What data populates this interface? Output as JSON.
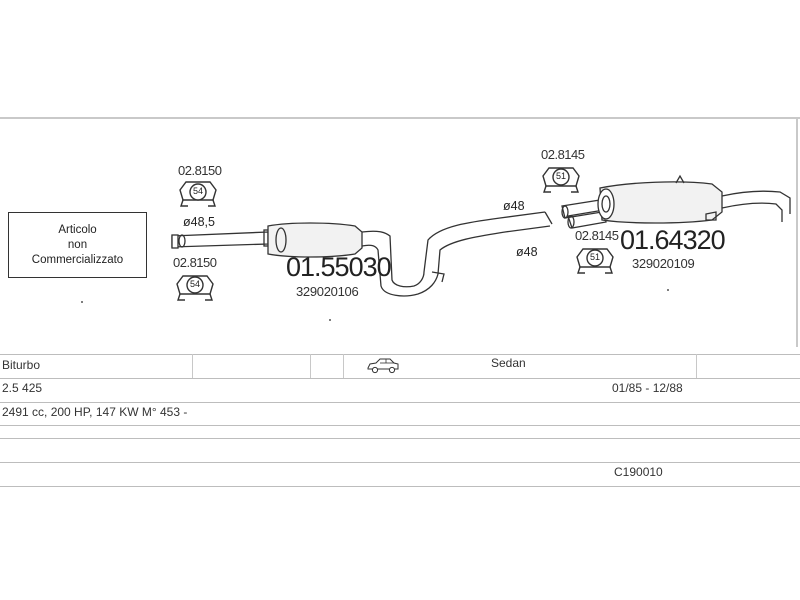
{
  "note_box": {
    "line1": "Articolo",
    "line2": "non",
    "line3": "Commercializzato"
  },
  "parts": {
    "hanger_top_left": {
      "code": "02.8150",
      "badge": "54"
    },
    "hanger_bottom_left": {
      "code": "02.8150",
      "badge": "54"
    },
    "hanger_top_right": {
      "code": "02.8145",
      "badge": "51"
    },
    "hanger_bottom_right": {
      "code": "02.8145",
      "badge": "51"
    },
    "middle_silencer": {
      "code": "01.55030",
      "oe": "329020106"
    },
    "rear_silencer": {
      "code": "01.64320",
      "oe": "329020109"
    }
  },
  "diameters": {
    "front_pipe": "ø48,5",
    "rear_upper": "ø48",
    "rear_lower": "ø48"
  },
  "table": {
    "row1": {
      "model": "Biturbo",
      "body": "Sedan",
      "body_icon": "sedan-car-icon"
    },
    "row2": {
      "engine": "2.5 425",
      "years": "01/85 - 12/88"
    },
    "row3": {
      "spec": "2491 cc, 200 HP, 147 KW M° 453 -"
    },
    "row5": {
      "kit_code": "C190010"
    }
  }
}
